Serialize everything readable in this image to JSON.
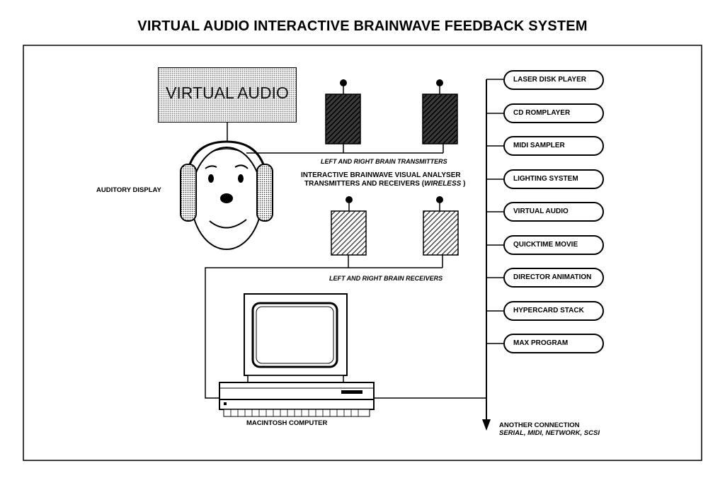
{
  "title": "VIRTUAL AUDIO INTERACTIVE BRAINWAVE FEEDBACK SYSTEM",
  "virtual_audio_box": "VIRTUAL AUDIO",
  "labels": {
    "auditory_display": "AUDITORY DISPLAY",
    "transmitters": "LEFT AND RIGHT BRAIN TRANSMITTERS",
    "analyser_line1": "INTERACTIVE BRAINWAVE VISUAL ANALYSER",
    "analyser_line2_prefix": "TRANSMITTERS AND RECEIVERS (",
    "analyser_line2_italic": "WIRELESS",
    "analyser_line2_suffix": " )",
    "receivers": "LEFT AND RIGHT BRAIN RECEIVERS",
    "computer": "MACINTOSH COMPUTER",
    "another_connection": "ANOTHER CONNECTION",
    "connection_types": "SERIAL, MIDI, NETWORK, SCSI"
  },
  "devices": [
    "LASER DISK PLAYER",
    "CD ROMPLAYER",
    "MIDI SAMPLER",
    "LIGHTING SYSTEM",
    "VIRTUAL AUDIO",
    "QUICKTIME MOVIE",
    "DIRECTOR ANIMATION",
    "HYPERCARD STACK",
    "MAX PROGRAM"
  ]
}
